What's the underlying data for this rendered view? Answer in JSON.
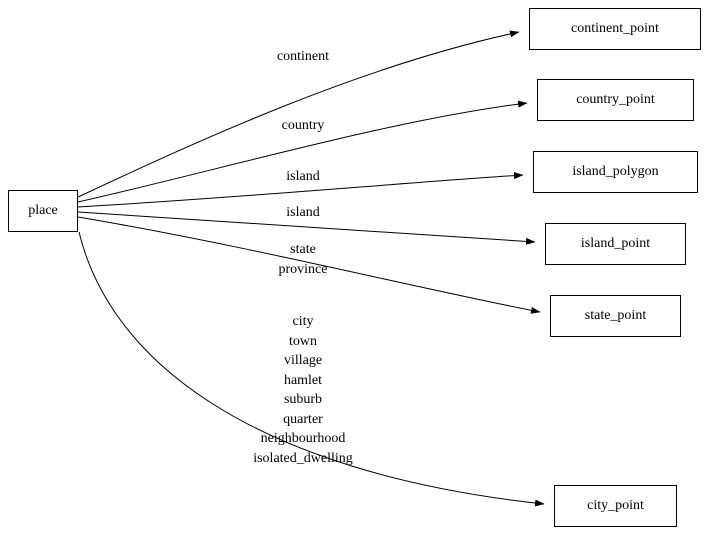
{
  "diagram": {
    "nodes": {
      "place": "place",
      "continent_point": "continent_point",
      "country_point": "country_point",
      "island_polygon": "island_polygon",
      "island_point": "island_point",
      "state_point": "state_point",
      "city_point": "city_point"
    },
    "edge_labels": {
      "continent": "continent",
      "country": "country",
      "island_polygon": "island",
      "island_point": "island",
      "state_point": "state\nprovince",
      "city_point": "city\ntown\nvillage\nhamlet\nsuburb\nquarter\nneighbourhood\nisolated_dwelling"
    },
    "colors": {
      "node_border": "#000000",
      "edge_stroke": "#000000",
      "background": "#ffffff",
      "text": "#000000"
    }
  }
}
